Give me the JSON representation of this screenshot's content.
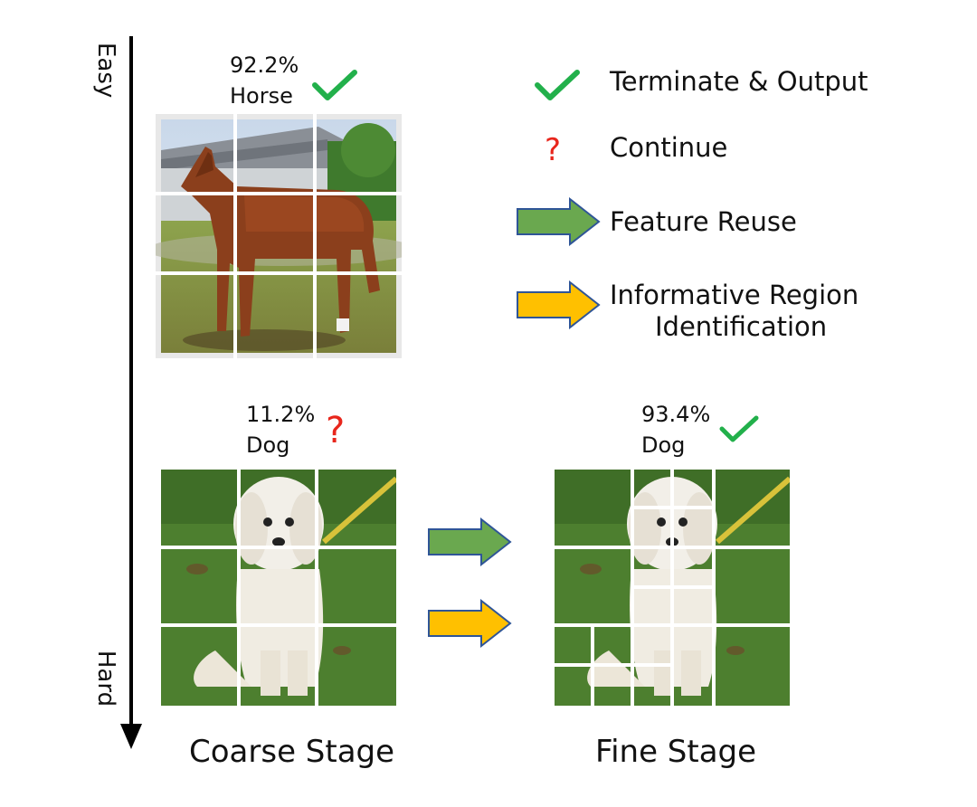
{
  "axis": {
    "top_label": "Easy",
    "bottom_label": "Hard"
  },
  "legend": {
    "terminate": {
      "icon": "check-icon",
      "label": "Terminate & Output",
      "color": "#22b04b"
    },
    "continue": {
      "icon": "question-icon",
      "label": "Continue",
      "color": "#e8261c"
    },
    "feature_reuse": {
      "icon": "green-arrow-icon",
      "label": "Feature Reuse",
      "color": "#6aa84f"
    },
    "region_identification": {
      "icon": "yellow-arrow-icon",
      "label_line1": "Informative Region",
      "label_line2": "Identification",
      "color": "#ffc000"
    }
  },
  "examples": {
    "horse": {
      "percent": "92.2%",
      "class": "Horse",
      "status": "check-icon"
    },
    "dog_coarse": {
      "percent": "11.2%",
      "class": "Dog",
      "status": "question-icon"
    },
    "dog_fine": {
      "percent": "93.4%",
      "class": "Dog",
      "status": "check-icon"
    }
  },
  "stages": {
    "coarse": "Coarse Stage",
    "fine": "Fine Stage"
  }
}
